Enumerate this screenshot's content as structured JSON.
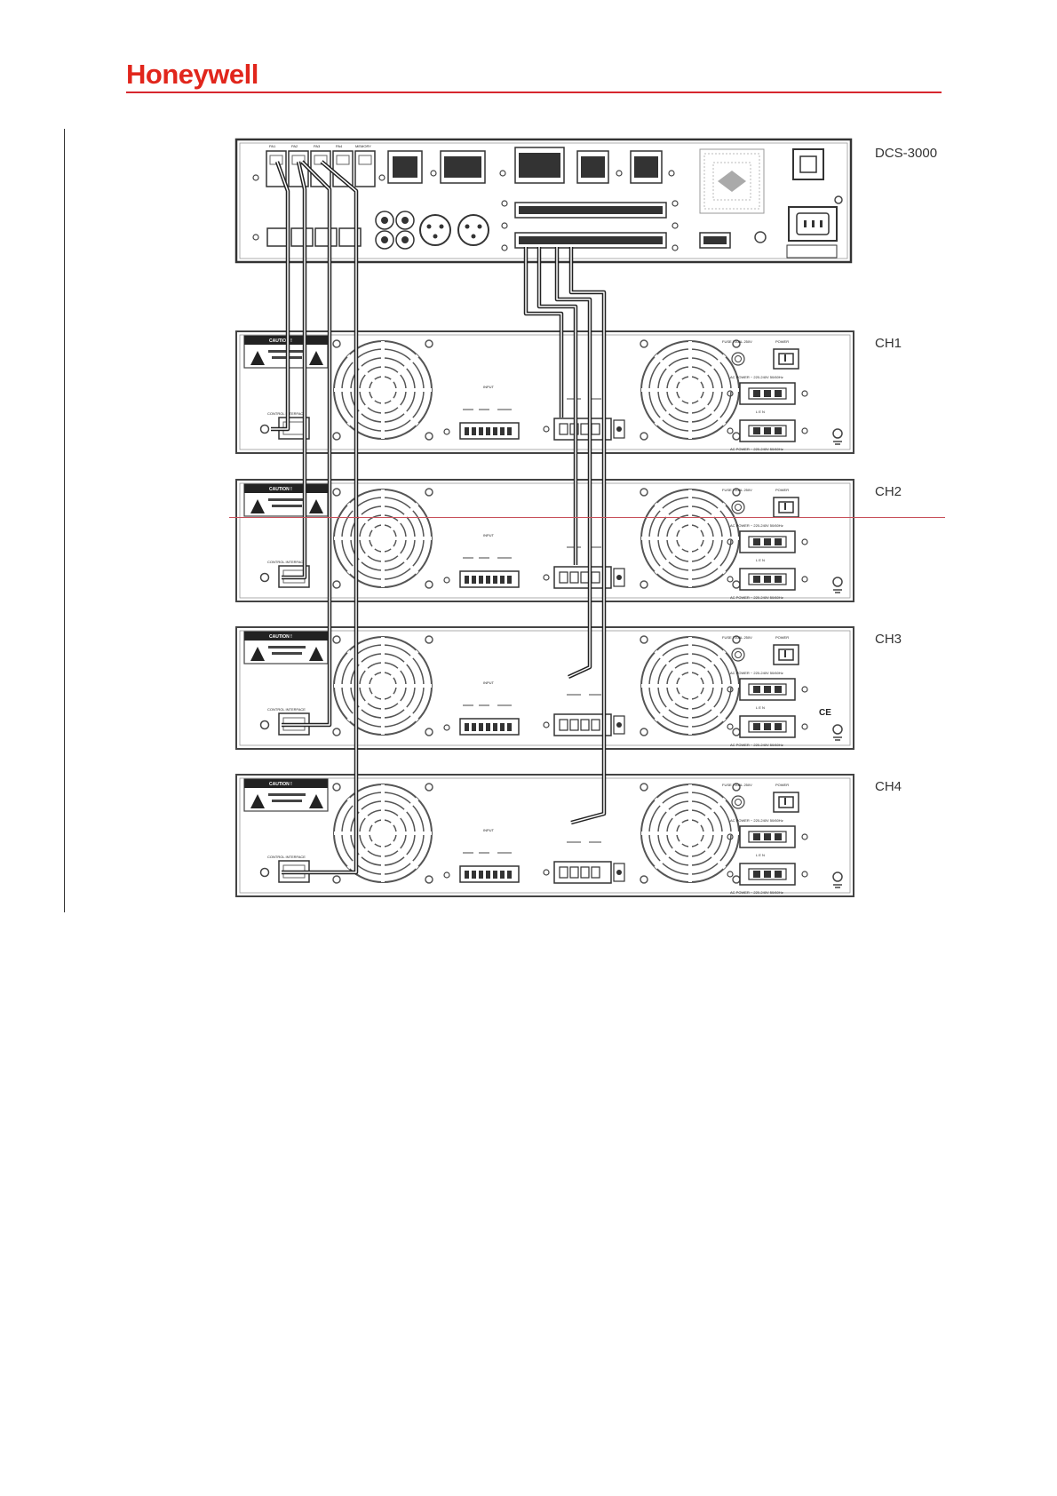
{
  "header": {
    "brand": "Honeywell"
  },
  "diagram": {
    "controller_label": "DCS-3000",
    "channels": [
      "CH1",
      "CH2",
      "CH3",
      "CH4"
    ],
    "controller_port_labels": [
      "PA1",
      "PA2",
      "PA3",
      "PA4",
      "MEMORY"
    ],
    "amp_texts": {
      "caution": "CAUTION !",
      "control_interface": "CONTROL INTERFACE",
      "input": "INPUT",
      "power": "POWER",
      "fuse": "FUSE T10AL 250V",
      "ac_power": "AC POWER ~ 220-240V 50/60Hz",
      "lin": "L   E   N",
      "ce": "CE"
    }
  },
  "colors": {
    "brand": "#e1261c",
    "rule": "#d7262e",
    "ink": "#333333"
  }
}
